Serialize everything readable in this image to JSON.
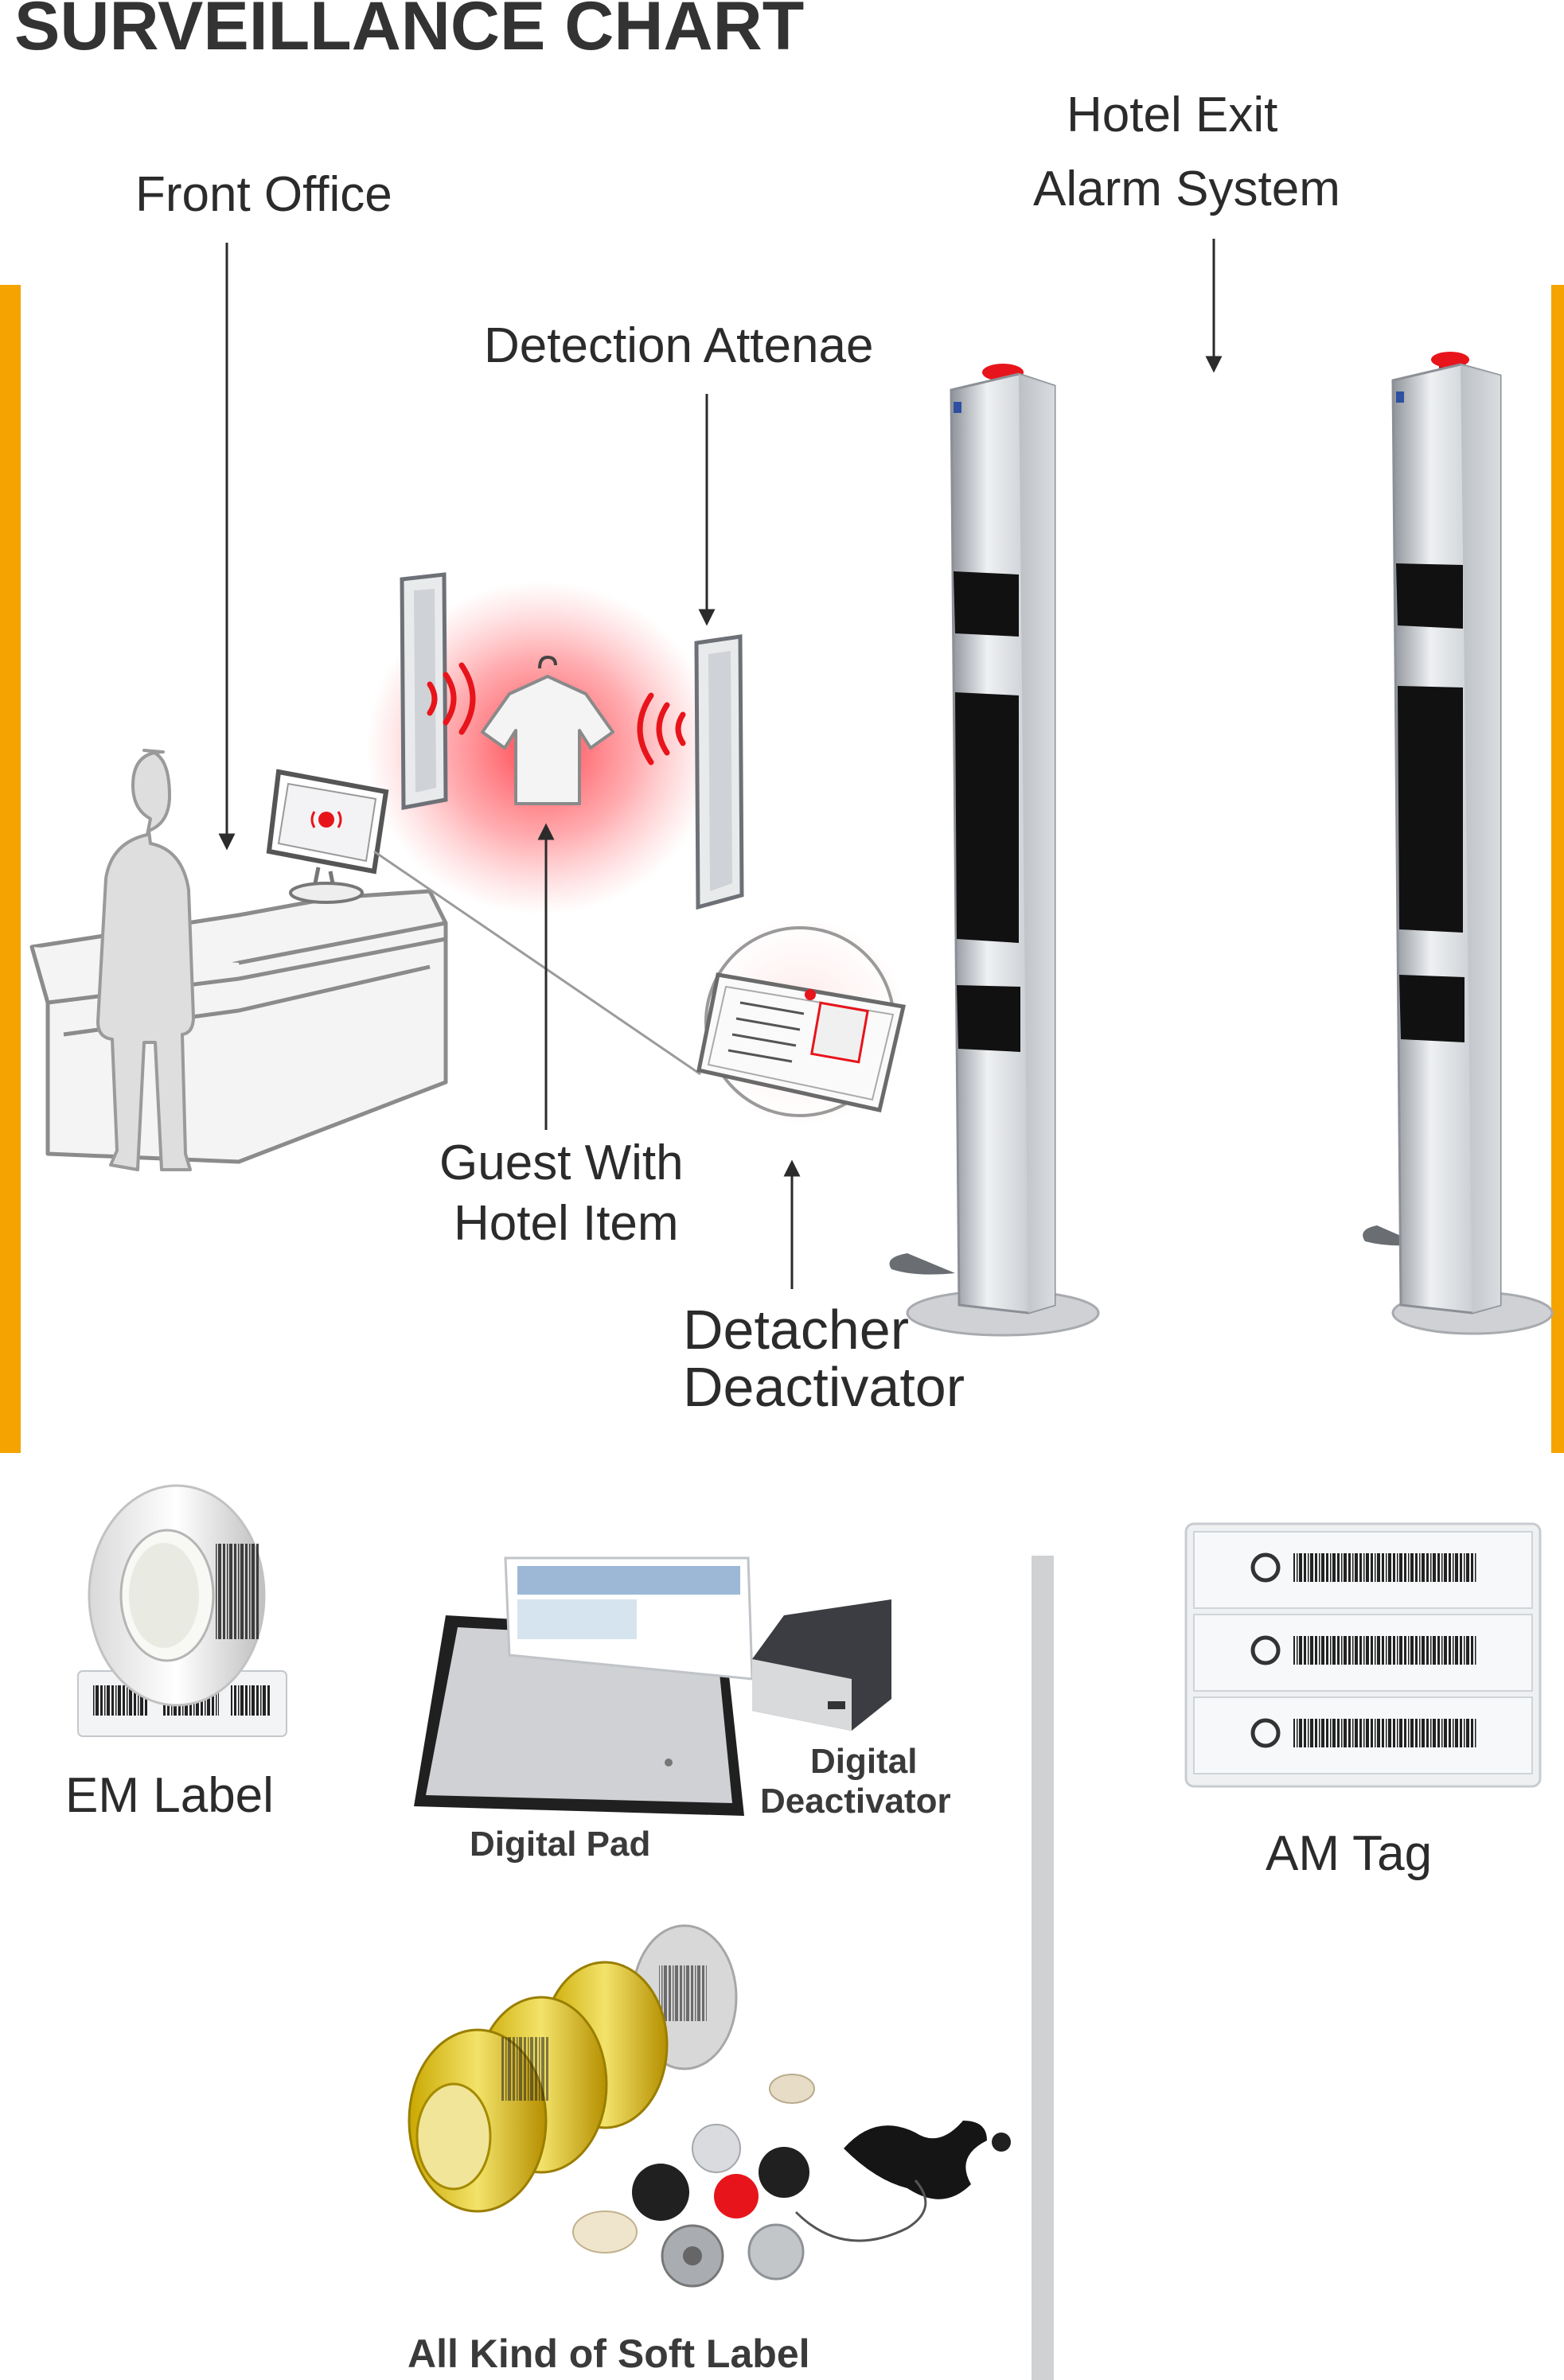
{
  "title": "SURVEILLANCE CHART",
  "callouts": {
    "front_office": "Front Office",
    "hotel_exit_line1": "Hotel Exit",
    "hotel_exit_line2": "Alarm System",
    "detection_antennae": "Detection Attenae",
    "guest_line1": "Guest With",
    "guest_line2": "Hotel Item",
    "detacher_line1": "Detacher",
    "detacher_line2": "Deactivator"
  },
  "products": {
    "em_label": "EM Label",
    "digital_pad": "Digital Pad",
    "digital_deactivator_line1": "Digital",
    "digital_deactivator_line2": "Deactivator",
    "soft_label": "All Kind of Soft Label",
    "am_tag": "AM Tag"
  },
  "colors": {
    "accent_orange": "#f5a300",
    "alarm_red": "#e8141b",
    "text": "#2b2b2b",
    "pillar_silver": "#c9cdd2",
    "stripe_black": "#111111"
  }
}
